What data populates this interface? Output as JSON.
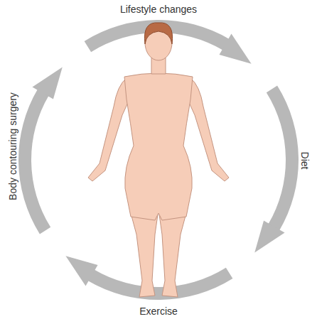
{
  "diagram": {
    "labels": [
      "Lifestyle changes",
      "Diet",
      "Exercise",
      "Body contouring surgery"
    ]
  }
}
